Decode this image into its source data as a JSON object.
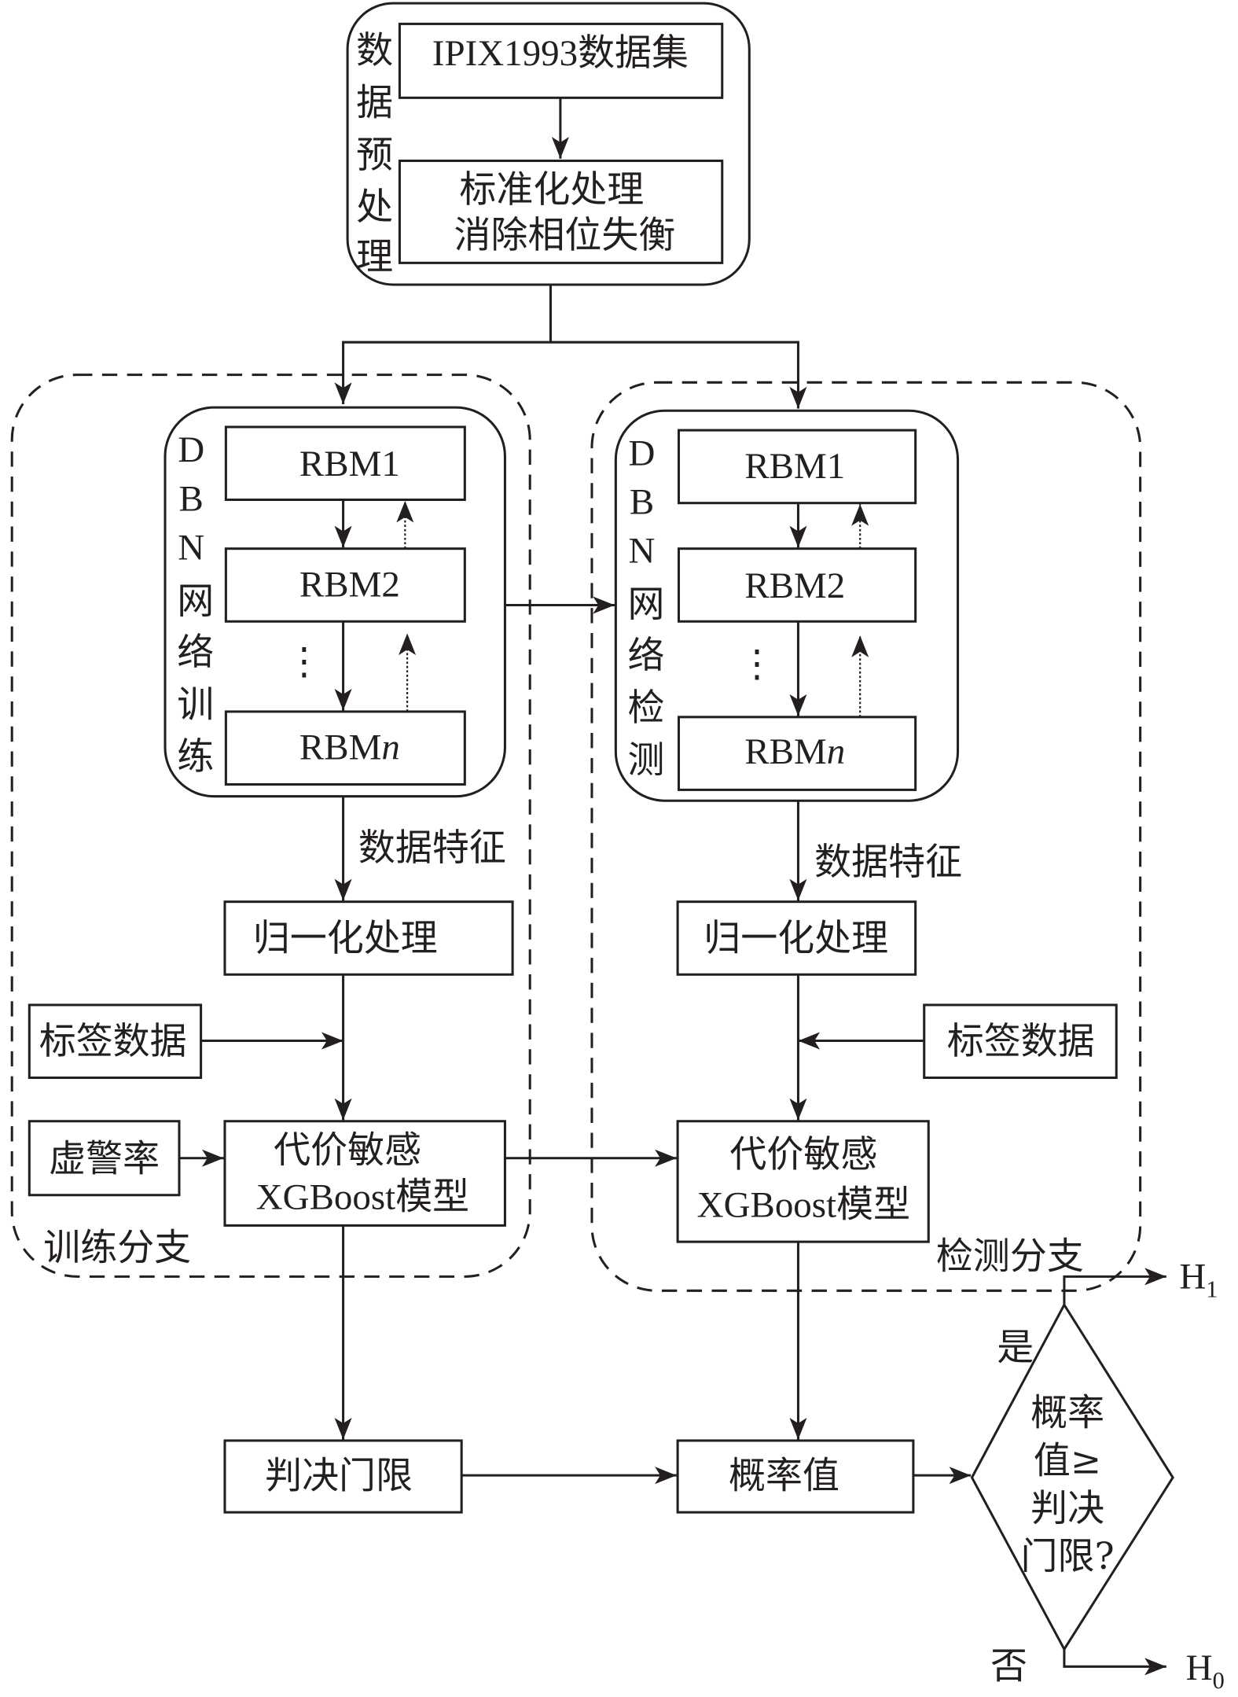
{
  "preprocess": {
    "group_label": [
      "数",
      "据",
      "预",
      "处",
      "理"
    ],
    "dataset": "IPIX1993数据集",
    "standardize_line1": "标准化处理",
    "standardize_line2": "消除相位失衡"
  },
  "train_branch": {
    "label": "训练分支",
    "dbn_label": [
      "D",
      "B",
      "N",
      "网",
      "络",
      "训",
      "练"
    ],
    "rbm1": "RBM1",
    "rbm2": "RBM2",
    "rbmn_prefix": "RBM",
    "rbmn_suffix": "n",
    "ellipsis": "⋮",
    "feature_label": "数据特征",
    "normalize": "归一化处理",
    "label_data": "标签数据",
    "false_alarm": "虚警率",
    "model_line1": "代价敏感",
    "model_line2": "XGBoost模型"
  },
  "detect_branch": {
    "label": "检测分支",
    "dbn_label": [
      "D",
      "B",
      "N",
      "网",
      "络",
      "检",
      "测"
    ],
    "rbm1": "RBM1",
    "rbm2": "RBM2",
    "rbmn_prefix": "RBM",
    "rbmn_suffix": "n",
    "ellipsis": "⋮",
    "feature_label": "数据特征",
    "normalize": "归一化处理",
    "label_data": "标签数据",
    "model_line1": "代价敏感",
    "model_line2": "XGBoost模型"
  },
  "decision": {
    "threshold": "判决门限",
    "probability": "概率值",
    "question": [
      "概率",
      "值≥",
      "判决",
      "门限?"
    ],
    "yes": "是",
    "no": "否",
    "h1": "H",
    "h1_sub": "1",
    "h0": "H",
    "h0_sub": "0"
  }
}
